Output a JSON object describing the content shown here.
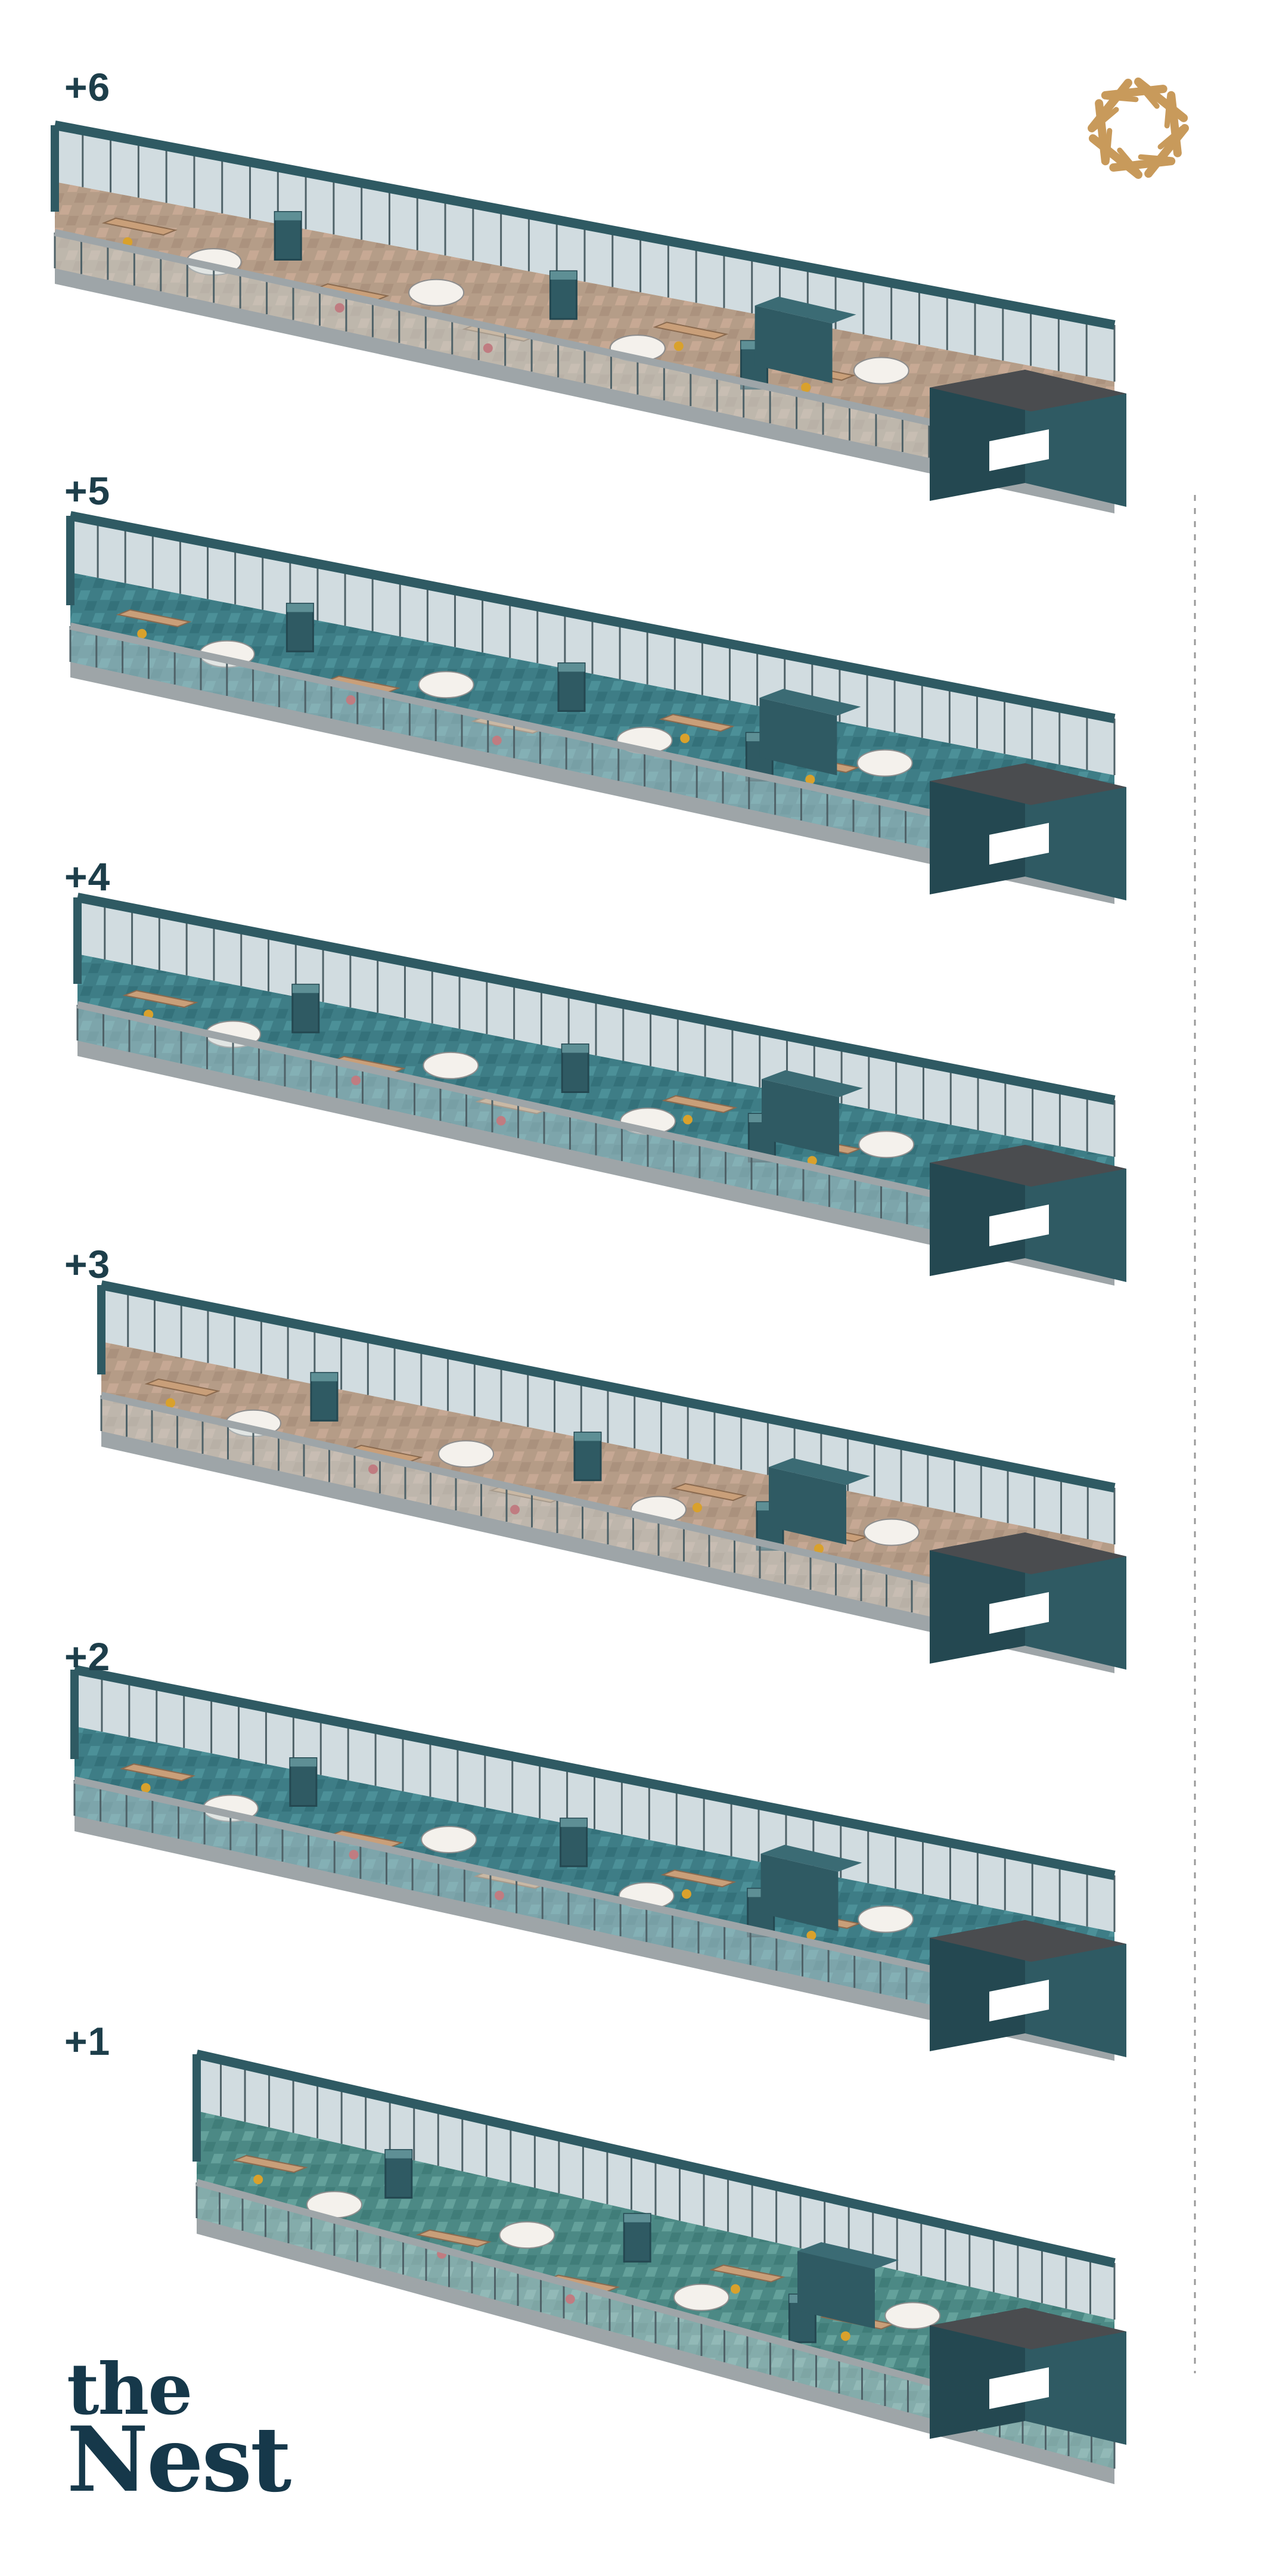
{
  "brand": {
    "line1": "the",
    "line2": "Nest",
    "logo_icon": "interwoven-branches-wreath-icon",
    "logo_color": "#c89a5b"
  },
  "floors": [
    {
      "label": "+6",
      "floor_color": "#b9a48c",
      "tile_color": "#c9a890"
    },
    {
      "label": "+5",
      "floor_color": "#3f7f88",
      "tile_color": "#5aa0a6"
    },
    {
      "label": "+4",
      "floor_color": "#3f7f88",
      "tile_color": "#5aa0a6"
    },
    {
      "label": "+3",
      "floor_color": "#b39b88",
      "tile_color": "#c7a58f"
    },
    {
      "label": "+2",
      "floor_color": "#3f7f88",
      "tile_color": "#5aa0a6"
    },
    {
      "label": "+1",
      "floor_color": "#4e8a86",
      "tile_color": "#6aa7a0"
    }
  ],
  "colors": {
    "wall_teal": "#2f5a63",
    "wall_teal_dark": "#244851",
    "core_grey": "#4a4c4f",
    "frame_grey": "#9ea5a8",
    "glass": "#c9d6da",
    "wood": "#c99f79",
    "accent_red": "#b8323a",
    "accent_yellow": "#d9a12c"
  }
}
